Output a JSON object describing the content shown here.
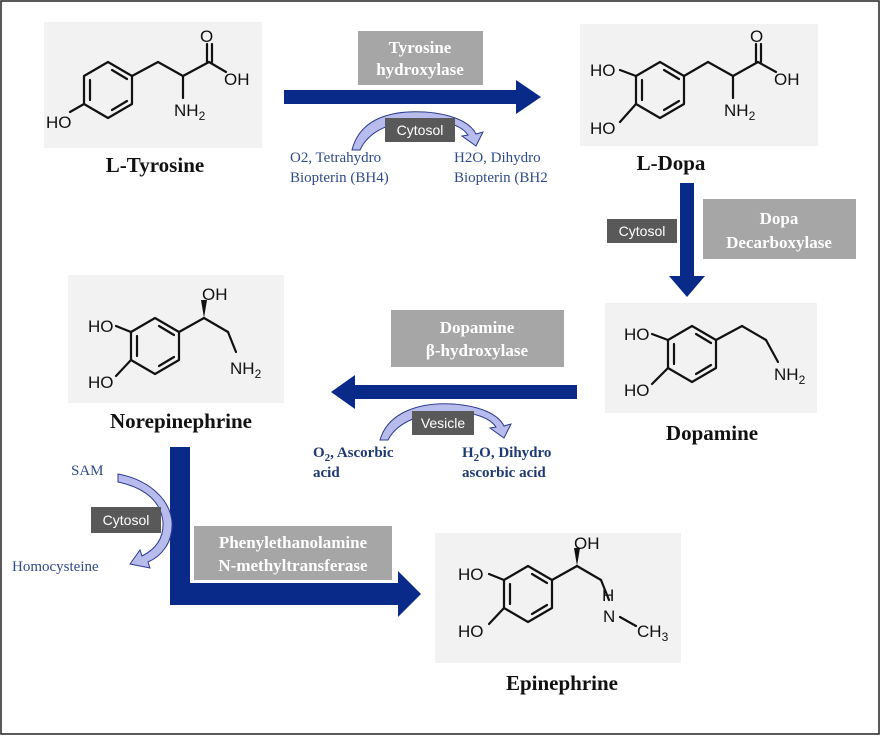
{
  "molecules": {
    "tyrosine": {
      "name": "L-Tyrosine",
      "atoms": {
        "o": "O",
        "oh": "OH",
        "ho": "HO",
        "nh": "NH",
        "nh_sub": "2"
      }
    },
    "dopa": {
      "name": "L-Dopa",
      "atoms": {
        "o": "O",
        "oh": "OH",
        "ho1": "HO",
        "ho2": "HO",
        "nh": "NH",
        "nh_sub": "2"
      }
    },
    "dopamine": {
      "name": "Dopamine",
      "atoms": {
        "ho1": "HO",
        "ho2": "HO",
        "nh": "NH",
        "nh_sub": "2"
      }
    },
    "norepinephrine": {
      "name": "Norepinephrine",
      "atoms": {
        "oh": "OH",
        "ho1": "HO",
        "ho2": "HO",
        "nh": "NH",
        "nh_sub": "2"
      }
    },
    "epinephrine": {
      "name": "Epinephrine",
      "atoms": {
        "oh": "OH",
        "ho1": "HO",
        "ho2": "HO",
        "nh": "N",
        "nh_tail": "CH",
        "nh_sub": "3",
        "h": "H"
      }
    }
  },
  "steps": {
    "step1": {
      "enzyme_line1": "Tyrosine",
      "enzyme_line2": "hydroxylase",
      "location": "Cytosol",
      "input_line1": "O2, Tetrahydro",
      "input_line2": "Biopterin (BH4)",
      "output_line1": "H2O, Dihydro",
      "output_line2": "Biopterin (BH2"
    },
    "step2": {
      "enzyme_line1": "Dopa",
      "enzyme_line2": "Decarboxylase",
      "location": "Cytosol"
    },
    "step3": {
      "enzyme_line1": "Dopamine",
      "enzyme_line2": "β-hydroxylase",
      "location": "Vesicle",
      "input_line1_a": "O",
      "input_line1_sub": "2",
      "input_line1_b": ", Ascorbic",
      "input_line2": "acid",
      "output_line1_a": "H",
      "output_line1_sub": "2",
      "output_line1_b": "O, Dihydro",
      "output_line2": "ascorbic acid"
    },
    "step4": {
      "enzyme_line1": "Phenylethanolamine",
      "enzyme_line2": "N-methyltransferase",
      "location": "Cytosol",
      "input": "SAM",
      "output": "Homocysteine"
    }
  },
  "colors": {
    "arrow": "#0a2a8a",
    "enzyme_box": "#a6a6a6",
    "location_box": "#595959",
    "cofactor_text": "#2f4b8a",
    "curved_arrow_fill": "#b7bcec"
  }
}
